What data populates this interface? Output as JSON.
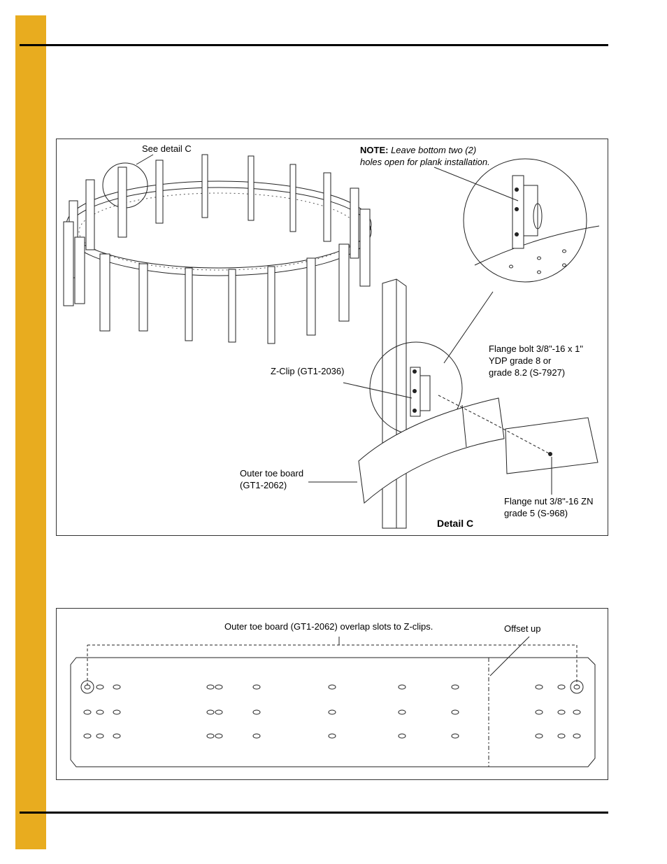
{
  "figure1": {
    "see_detail": "See detail C",
    "note_label": "NOTE:",
    "note_line1": "Leave bottom two (2)",
    "note_line2": "holes open for plank installation.",
    "flange_bolt_line1": "Flange bolt 3/8\"-16 x 1\"",
    "flange_bolt_line2": "YDP grade 8 or",
    "flange_bolt_line3": "grade 8.2 (S-7927)",
    "zclip": "Z-Clip (GT1-2036)",
    "toe_board_line1": "Outer toe board",
    "toe_board_line2": "(GT1-2062)",
    "flange_nut_line1": "Flange nut 3/8\"-16 ZN",
    "flange_nut_line2": "grade 5 (S-968)",
    "detail_title": "Detail C"
  },
  "figure2": {
    "overlap_label": "Outer toe board (GT1-2062) overlap slots to Z-clips.",
    "offset_label": "Offset up"
  }
}
